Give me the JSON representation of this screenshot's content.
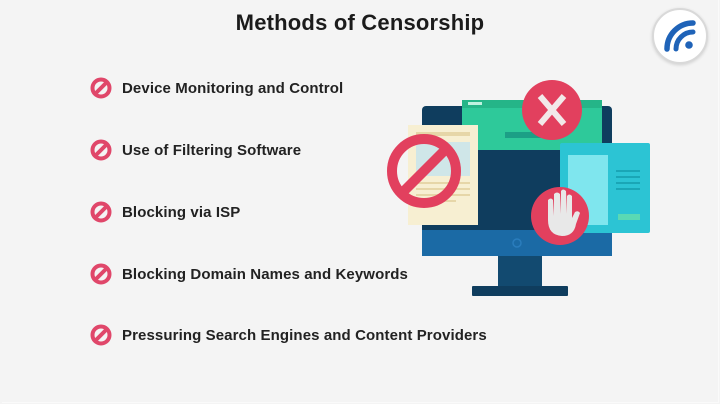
{
  "title": "Methods of Censorship",
  "logo": {
    "icon": "wifi-signal-icon",
    "color": "#1f63b8"
  },
  "list": {
    "icon": "prohibited-icon",
    "icon_color": "#e0476a",
    "items": [
      {
        "label": "Device Monitoring and Control"
      },
      {
        "label": "Use of Filtering Software"
      },
      {
        "label": "Blocking via ISP"
      },
      {
        "label": "Blocking Domain Names and Keywords"
      },
      {
        "label": "Pressuring Search Engines and Content Providers"
      }
    ]
  },
  "illustration": {
    "subject": "computer-monitor-with-censorship-symbols",
    "symbols": [
      "x-mark-icon",
      "prohibited-sign-icon",
      "stop-hand-icon"
    ],
    "colors": {
      "monitor_dark": "#0f3d5e",
      "monitor_blue": "#1b6aa5",
      "window_green": "#2ec99a",
      "window_teal": "#2cc4d4",
      "paper": "#f7efd2",
      "red": "#e2405e"
    }
  }
}
